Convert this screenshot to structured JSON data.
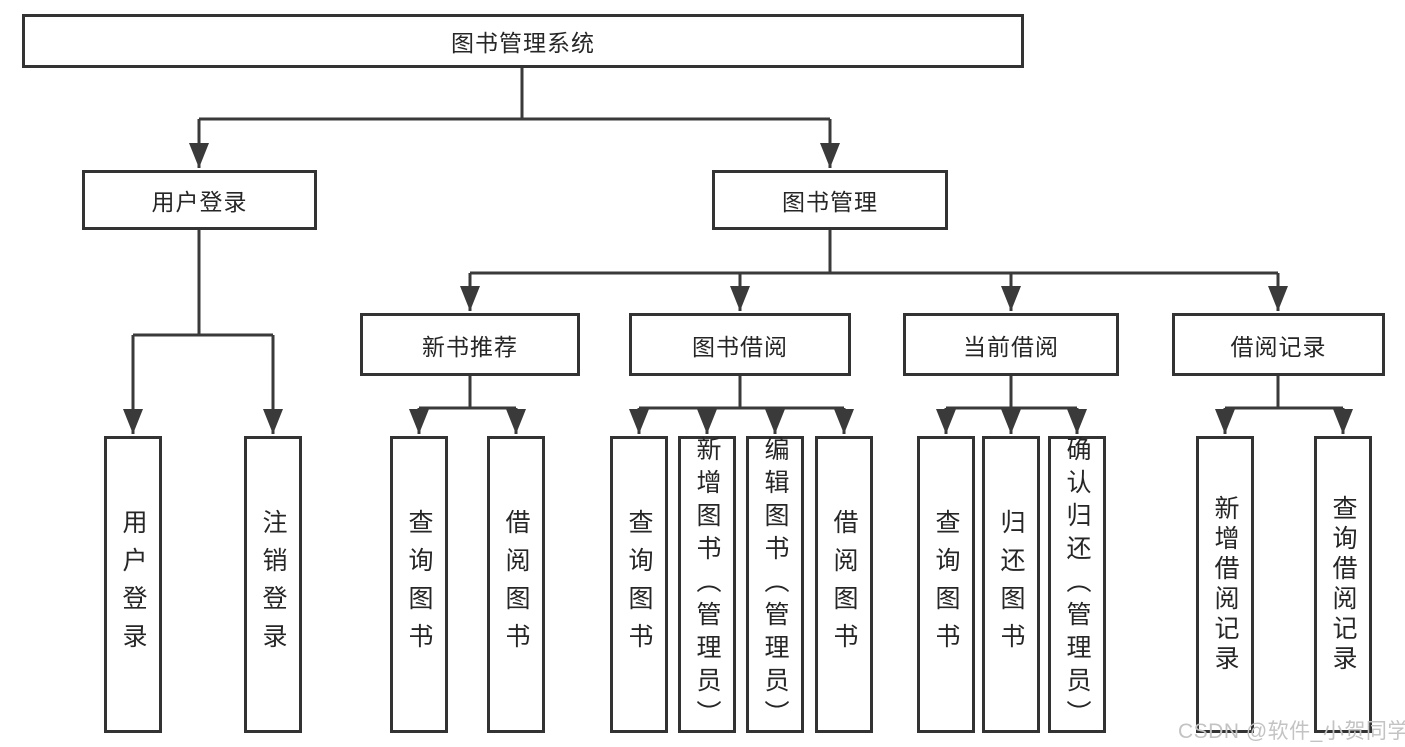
{
  "diagram": {
    "root": {
      "label": "图书管理系统"
    },
    "branches": [
      {
        "label": "用户登录",
        "children": [
          {
            "label": "用户登录"
          },
          {
            "label": "注销登录"
          }
        ]
      },
      {
        "label": "图书管理",
        "children": [
          {
            "label": "新书推荐",
            "children": [
              {
                "label": "查询图书"
              },
              {
                "label": "借阅图书"
              }
            ]
          },
          {
            "label": "图书借阅",
            "children": [
              {
                "label": "查询图书"
              },
              {
                "label": "新增图书（管理员）"
              },
              {
                "label": "编辑图书（管理员）"
              },
              {
                "label": "借阅图书"
              }
            ]
          },
          {
            "label": "当前借阅",
            "children": [
              {
                "label": "查询图书"
              },
              {
                "label": "归还图书"
              },
              {
                "label": "确认归还（管理员）"
              }
            ]
          },
          {
            "label": "借阅记录",
            "children": [
              {
                "label": "新增借阅记录"
              },
              {
                "label": "查询借阅记录"
              }
            ]
          }
        ]
      }
    ]
  },
  "watermark": {
    "text": "CSDN @软件_小贺同学"
  },
  "colors": {
    "line": "#3a3a3a",
    "box_border": "#333333",
    "text": "#262626",
    "watermark": "#c3c3c3",
    "background": "#ffffff"
  }
}
